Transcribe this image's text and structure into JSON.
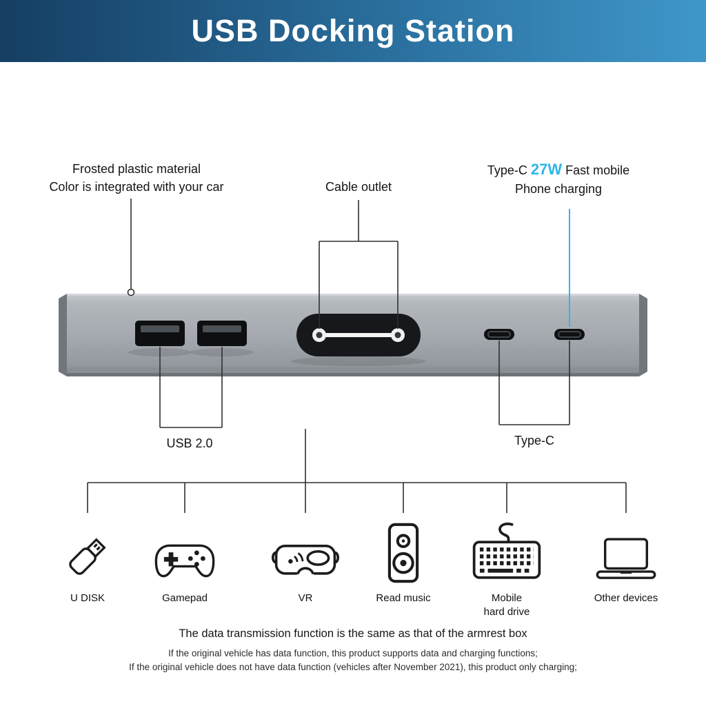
{
  "colors": {
    "accent": "#2eb6ea",
    "header-from": "#153e62",
    "header-mid": "#2a6f9e",
    "header-to": "#3f97c9"
  },
  "header": {
    "title": "USB Docking Station"
  },
  "annotations": {
    "frosted": {
      "line1": "Frosted plastic material",
      "line2": "Color is integrated with your car"
    },
    "cable_outlet": {
      "label": "Cable outlet"
    },
    "fast_charge": {
      "prefix": "Type-C ",
      "wattage": "27W",
      "suffix": " Fast mobile",
      "line2": "Phone charging"
    }
  },
  "port_labels": {
    "usb": "USB 2.0",
    "type_c": "Type-C"
  },
  "compatible_devices": [
    {
      "label": "U DISK",
      "icon": "usb-drive-icon"
    },
    {
      "label": "Gamepad",
      "icon": "gamepad-icon"
    },
    {
      "label": "VR",
      "icon": "vr-headset-icon"
    },
    {
      "label": "Read music",
      "icon": "speaker-icon"
    },
    {
      "label": "Mobile",
      "label2": "hard drive",
      "icon": "keyboard-icon"
    },
    {
      "label": "Other devices",
      "icon": "laptop-icon"
    }
  ],
  "footer": {
    "line1": "The data transmission function is the same as that of the armrest box",
    "line2": "If the original vehicle has data function, this product supports data and charging functions;",
    "line3": "If the original vehicle does not have data function (vehicles after November 2021), this product only charging;"
  }
}
